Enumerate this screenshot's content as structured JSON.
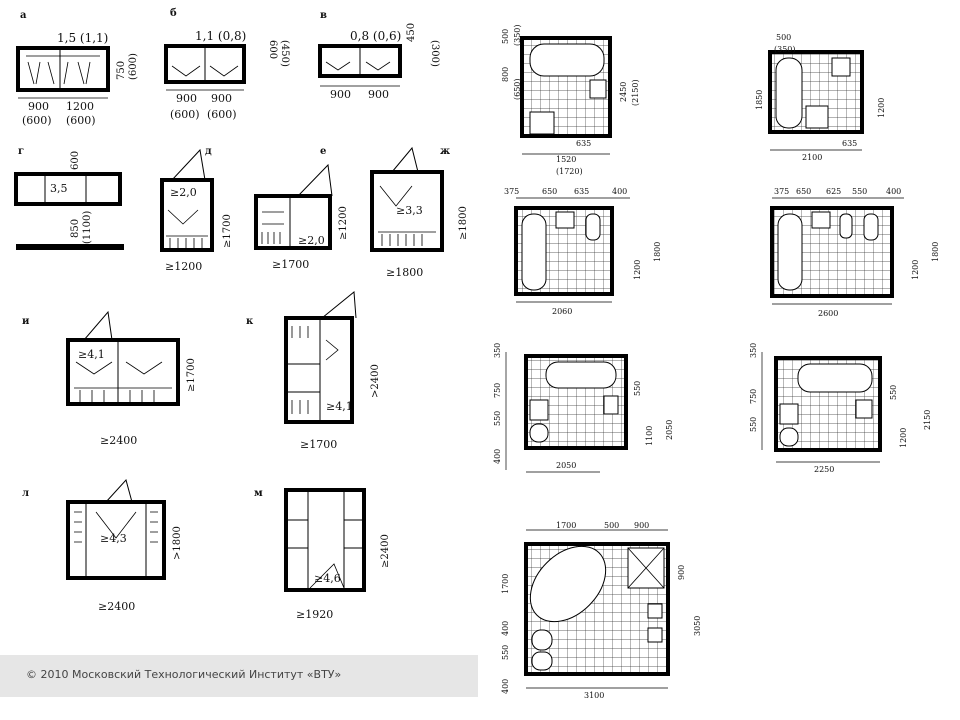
{
  "footer": {
    "copyright": "© 2010 Московский Технологический Институт «ВТУ»"
  },
  "left_plans": {
    "a": {
      "letter": "а",
      "area": "1,5 (1,1)",
      "w1": "900",
      "w2": "1200",
      "w1a": "(600)",
      "w2a": "(600)",
      "d1": "750",
      "d2": "(600)"
    },
    "b": {
      "letter": "б",
      "area": "1,1 (0,8)",
      "w1": "900",
      "w2": "900",
      "w1a": "(600)",
      "w2a": "(600)",
      "d1": "600",
      "d2": "(450)"
    },
    "v": {
      "letter": "в",
      "area": "0,8 (0,6)",
      "w1": "900",
      "w2": "900",
      "d1": "450",
      "d2": "(300)"
    },
    "g": {
      "letter": "г",
      "area": "3,5",
      "d1": "600",
      "d2": "850",
      "d3": "(1100)"
    },
    "d": {
      "letter": "д",
      "area": "≥2,0",
      "w": "≥1200",
      "h": "≥1700"
    },
    "e": {
      "letter": "е",
      "area": "≥2,0",
      "w": "≥1700",
      "h": "≥1200"
    },
    "zh": {
      "letter": "ж",
      "area": "≥3,3",
      "w": "≥1800",
      "h": "≥1800"
    },
    "i": {
      "letter": "и",
      "area": "≥4,1",
      "w": "≥2400",
      "h": "≥1700"
    },
    "k": {
      "letter": "к",
      "area": "≥4,1",
      "w": "≥1700",
      "h": ">2400"
    },
    "l": {
      "letter": "л",
      "area": "≥4,3",
      "w": "≥2400",
      "h": ">1800"
    },
    "m": {
      "letter": "м",
      "area": "≥4,6",
      "w": "≥1920",
      "h": "≥2400"
    }
  },
  "right_plans": {
    "p1": {
      "top1": "500",
      "top2": "(350)",
      "left1": "800",
      "left2": "(650)",
      "right1": "2450",
      "right2": "(2150)",
      "inner": "635",
      "bottom1": "1520",
      "bottom2": "(1720)"
    },
    "p2": {
      "top1": "500",
      "top2": "(350)",
      "left": "1850",
      "right": "1200",
      "inner": "635",
      "bottom": "2100"
    },
    "p3": {
      "segs": [
        "375",
        "650",
        "635",
        "400"
      ],
      "right1": "1200",
      "right2": "1800",
      "bottom": "2060"
    },
    "p4": {
      "segs": [
        "375",
        "650",
        "625",
        "550",
        "400"
      ],
      "right1": "1200",
      "right2": "1800",
      "bottom": "2600"
    },
    "p5": {
      "left": [
        "350",
        "750",
        "550",
        "400"
      ],
      "right1": "550",
      "right2": "1100",
      "right3": "2050",
      "bottom": "2050"
    },
    "p6": {
      "left": [
        "350",
        "750",
        "550"
      ],
      "right1": "550",
      "right2": "1200",
      "right3": "2150",
      "bottom": "2250"
    },
    "p7": {
      "top": [
        "1700",
        "500",
        "900"
      ],
      "left": [
        "1700",
        "400",
        "550",
        "400"
      ],
      "right1": "900",
      "right2": "3050",
      "bottom": "3100"
    }
  }
}
